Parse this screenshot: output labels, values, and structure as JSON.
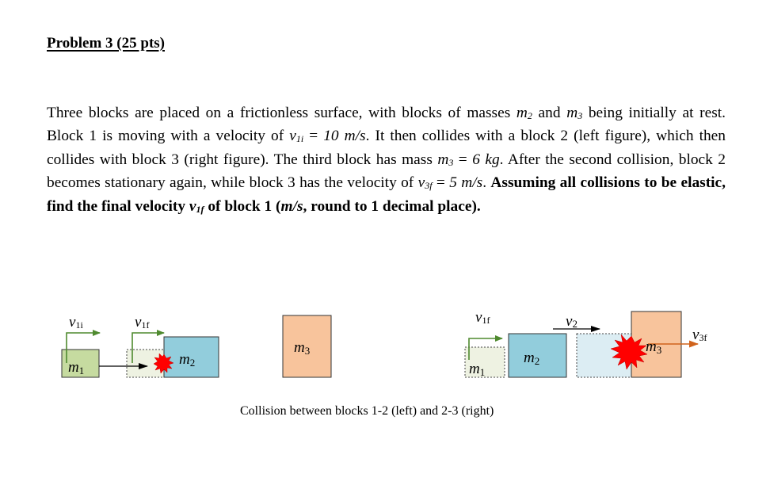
{
  "problem": {
    "title": "Problem 3 (25 pts)",
    "text": {
      "s1": "Three blocks are placed on a frictionless surface, with blocks of masses ",
      "m2": "m",
      "m2_sub": "2",
      "and": " and ",
      "m3": "m",
      "m3_sub": "3",
      "s2": " being initially at rest. Block 1 is moving with a velocity of ",
      "v1i": "v",
      "v1i_sub": "1i",
      "eq1": " = ",
      "v1i_val": "10 m/s",
      "s3": ". It then collides with a block 2 (left figure), which then collides with block 3 (right figure). The third block has mass ",
      "m3b": "m",
      "m3b_sub": "3",
      "eq2": " = ",
      "m3_val": "6 kg",
      "s4": ". After the second collision, block 2 becomes stationary again, while block 3 has the velocity of ",
      "v3f": "v",
      "v3f_sub": "3f",
      "eq3": " = ",
      "v3f_val": "5 m/s",
      "s5": ". ",
      "bold1": "Assuming all collisions to be elastic, find the final velocity ",
      "v1f": "v",
      "v1f_sub": "1f",
      "bold2": " of block 1 (",
      "bold_unit": "m/s",
      "bold3": ", round to 1 decimal place)."
    }
  },
  "figure": {
    "caption": "Collision between blocks 1-2 (left) and 2-3 (right)",
    "left": {
      "labels": {
        "v1i": "v",
        "v1i_sub": "1i",
        "v1f": "v",
        "v1f_sub": "1f",
        "m1": "m",
        "m1_sub": "1",
        "m2": "m",
        "m2_sub": "2",
        "m3": "m",
        "m3_sub": "3"
      }
    },
    "right": {
      "labels": {
        "v1f": "v",
        "v1f_sub": "1f",
        "v2": "v",
        "v2_sub": "2",
        "v3f": "v",
        "v3f_sub": "3f",
        "m1": "m",
        "m1_sub": "1",
        "m2": "m",
        "m2_sub": "2",
        "m3": "m",
        "m3_sub": "3"
      }
    },
    "colors": {
      "block1": "#c6dba0",
      "block1_ghost": "#eef2e2",
      "block2": "#92cddc",
      "block2_ghost": "#dcedf3",
      "block3": "#f8c49c",
      "ground": "#1f4e79",
      "green_arrow": "#4f8a2f",
      "orange_arrow": "#d0631c",
      "burst": "#ff0000"
    }
  }
}
